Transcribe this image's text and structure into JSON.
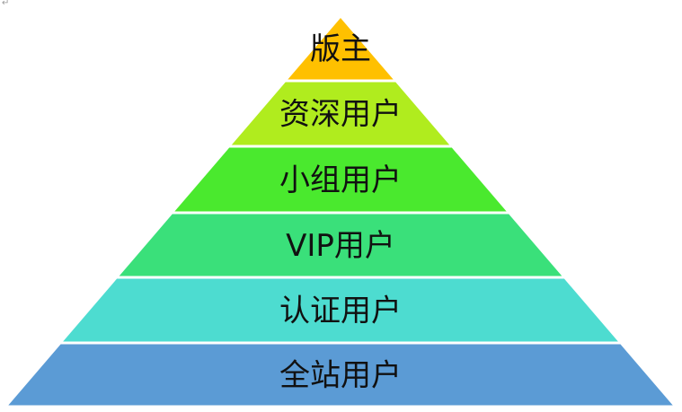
{
  "paragraph_mark": "↵",
  "pyramid": {
    "tiers": [
      {
        "label": "版主",
        "color": "#ffc000"
      },
      {
        "label": "资深用户",
        "color": "#b0ec1e"
      },
      {
        "label": "小组用户",
        "color": "#4ae92e"
      },
      {
        "label": "VIP用户",
        "color": "#3ae07a"
      },
      {
        "label": "认证用户",
        "color": "#4ddcd0"
      },
      {
        "label": "全站用户",
        "color": "#5b9bd5"
      }
    ]
  }
}
